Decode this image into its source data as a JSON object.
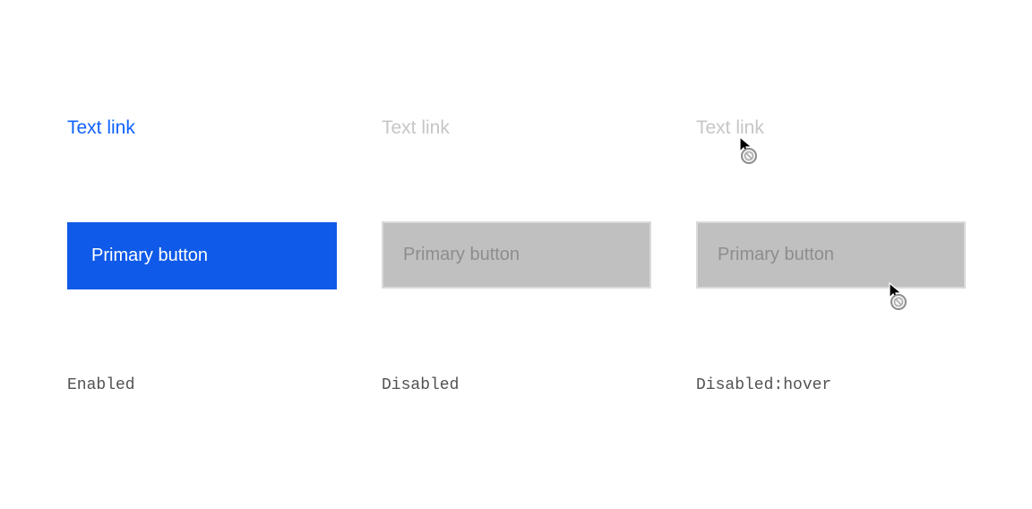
{
  "states": [
    {
      "link_text": "Text link",
      "button_label": "Primary button",
      "label": "Enabled"
    },
    {
      "link_text": "Text link",
      "button_label": "Primary button",
      "label": "Disabled"
    },
    {
      "link_text": "Text link",
      "button_label": "Primary button",
      "label": "Disabled:hover"
    }
  ],
  "colors": {
    "link_enabled": "#0f62fe",
    "button_enabled_bg": "#0f5ae8",
    "button_enabled_text": "#ffffff",
    "disabled_text": "#c6c6c6",
    "disabled_button_bg": "#c0c0c0",
    "disabled_button_text": "#8d8d8d",
    "label_text": "#525252"
  },
  "icons": {
    "hover_cursor": "not-allowed-cursor-icon"
  }
}
